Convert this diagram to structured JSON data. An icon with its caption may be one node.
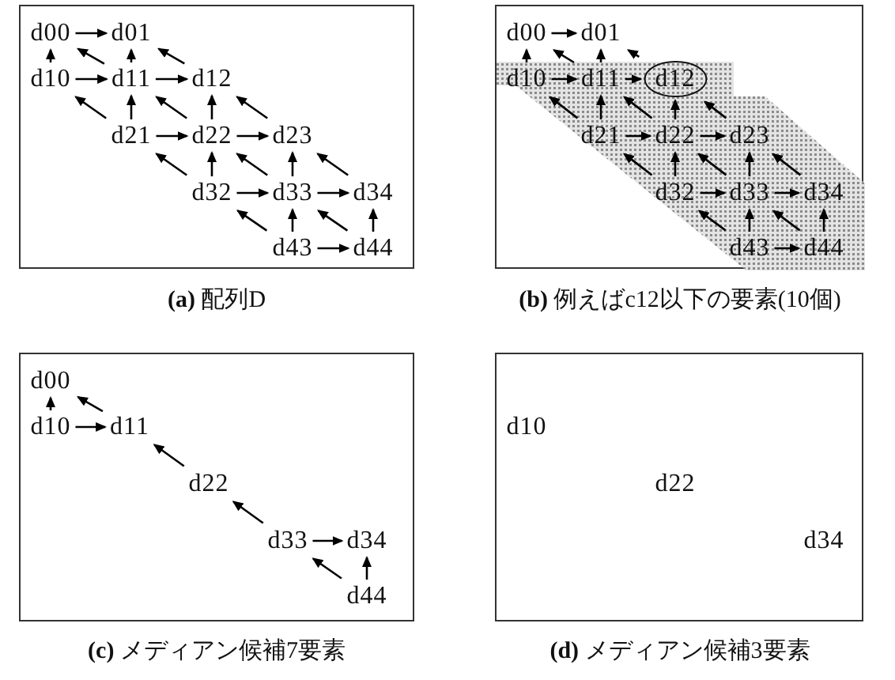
{
  "diagram": {
    "nodes": [
      {
        "text": [],
        "shape": "box"
      },
      {
        "text": [
          "d00"
        ],
        "in": 0
      },
      {
        "text": [
          "d01"
        ],
        "in": 0
      },
      {
        "text": [
          "d10"
        ],
        "in": 0
      },
      {
        "text": [
          "d11"
        ],
        "in": 0
      },
      {
        "text": [
          "d12"
        ],
        "in": 0
      },
      {
        "text": [
          "d21"
        ],
        "in": 0
      },
      {
        "text": [
          "d22"
        ],
        "in": 0
      },
      {
        "text": [
          "d23"
        ],
        "in": 0
      },
      {
        "text": [
          "d32"
        ],
        "in": 0
      },
      {
        "text": [
          "d33"
        ],
        "in": 0
      },
      {
        "text": [
          "d34"
        ],
        "in": 0
      },
      {
        "text": [
          "d43"
        ],
        "in": 0
      },
      {
        "text": [
          "d44"
        ],
        "in": 0
      },
      {
        "text": [],
        "shape": "box"
      },
      {
        "text": [
          "d00"
        ],
        "in": 14
      },
      {
        "text": [
          "d01"
        ],
        "in": 14
      },
      {
        "text": [
          "d10"
        ],
        "in": 14
      },
      {
        "text": [
          "d11"
        ],
        "in": 14
      },
      {
        "text": [
          "d12"
        ],
        "in": 14
      },
      {
        "text": [
          "d21"
        ],
        "in": 14
      },
      {
        "text": [
          "d22"
        ],
        "in": 14
      },
      {
        "text": [
          "d23"
        ],
        "in": 14
      },
      {
        "text": [
          "d32"
        ],
        "in": 14
      },
      {
        "text": [
          "d33"
        ],
        "in": 14
      },
      {
        "text": [
          "d34"
        ],
        "in": 14
      },
      {
        "text": [
          "d43"
        ],
        "in": 14
      },
      {
        "text": [
          "d44"
        ],
        "in": 14
      },
      {
        "text": [],
        "shape": "box"
      },
      {
        "text": [
          "d00"
        ],
        "in": 28
      },
      {
        "text": [
          "d10"
        ],
        "in": 28
      },
      {
        "text": [
          "d11"
        ],
        "in": 28
      },
      {
        "text": [
          "d22"
        ],
        "in": 28
      },
      {
        "text": [
          "d33"
        ],
        "in": 28
      },
      {
        "text": [
          "d34"
        ],
        "in": 28
      },
      {
        "text": [
          "d44"
        ],
        "in": 28
      },
      {
        "text": [],
        "shape": "box"
      },
      {
        "text": [
          "d10"
        ],
        "in": 36
      },
      {
        "text": [
          "d22"
        ],
        "in": 36
      },
      {
        "text": [
          "d34"
        ],
        "in": 36
      }
    ],
    "edges": [
      {
        "from": 1,
        "to": 2,
        "arrow": "to"
      },
      {
        "from": 3,
        "to": 1,
        "arrow": "to"
      },
      {
        "from": 4,
        "to": 1,
        "arrow": "to"
      },
      {
        "from": 4,
        "to": 2,
        "arrow": "to"
      },
      {
        "from": 5,
        "to": 2,
        "arrow": "to"
      },
      {
        "from": 3,
        "to": 4,
        "arrow": "to"
      },
      {
        "from": 4,
        "to": 5,
        "arrow": "to"
      },
      {
        "from": 6,
        "to": 3,
        "arrow": "to"
      },
      {
        "from": 6,
        "to": 4,
        "arrow": "to"
      },
      {
        "from": 7,
        "to": 4,
        "arrow": "to"
      },
      {
        "from": 7,
        "to": 5,
        "arrow": "to"
      },
      {
        "from": 8,
        "to": 5,
        "arrow": "to"
      },
      {
        "from": 6,
        "to": 7,
        "arrow": "to"
      },
      {
        "from": 7,
        "to": 8,
        "arrow": "to"
      },
      {
        "from": 9,
        "to": 6,
        "arrow": "to"
      },
      {
        "from": 9,
        "to": 7,
        "arrow": "to"
      },
      {
        "from": 10,
        "to": 7,
        "arrow": "to"
      },
      {
        "from": 10,
        "to": 8,
        "arrow": "to"
      },
      {
        "from": 11,
        "to": 8,
        "arrow": "to"
      },
      {
        "from": 9,
        "to": 10,
        "arrow": "to"
      },
      {
        "from": 10,
        "to": 11,
        "arrow": "to"
      },
      {
        "from": 12,
        "to": 9,
        "arrow": "to"
      },
      {
        "from": 12,
        "to": 10,
        "arrow": "to"
      },
      {
        "from": 13,
        "to": 10,
        "arrow": "to"
      },
      {
        "from": 13,
        "to": 11,
        "arrow": "to"
      },
      {
        "from": 12,
        "to": 13,
        "arrow": "to"
      },
      {
        "from": 15,
        "to": 16,
        "arrow": "to"
      },
      {
        "from": 17,
        "to": 15,
        "arrow": "to"
      },
      {
        "from": 18,
        "to": 15,
        "arrow": "to"
      },
      {
        "from": 18,
        "to": 16,
        "arrow": "to"
      },
      {
        "from": 19,
        "to": 16,
        "arrow": "to"
      },
      {
        "from": 17,
        "to": 18,
        "arrow": "to"
      },
      {
        "from": 18,
        "to": 19,
        "arrow": "to"
      },
      {
        "from": 20,
        "to": 17,
        "arrow": "to"
      },
      {
        "from": 20,
        "to": 18,
        "arrow": "to"
      },
      {
        "from": 21,
        "to": 18,
        "arrow": "to"
      },
      {
        "from": 21,
        "to": 19,
        "arrow": "to"
      },
      {
        "from": 22,
        "to": 19,
        "arrow": "to"
      },
      {
        "from": 20,
        "to": 21,
        "arrow": "to"
      },
      {
        "from": 21,
        "to": 22,
        "arrow": "to"
      },
      {
        "from": 23,
        "to": 20,
        "arrow": "to"
      },
      {
        "from": 23,
        "to": 21,
        "arrow": "to"
      },
      {
        "from": 24,
        "to": 21,
        "arrow": "to"
      },
      {
        "from": 24,
        "to": 22,
        "arrow": "to"
      },
      {
        "from": 25,
        "to": 22,
        "arrow": "to"
      },
      {
        "from": 23,
        "to": 24,
        "arrow": "to"
      },
      {
        "from": 24,
        "to": 25,
        "arrow": "to"
      },
      {
        "from": 26,
        "to": 23,
        "arrow": "to"
      },
      {
        "from": 26,
        "to": 24,
        "arrow": "to"
      },
      {
        "from": 27,
        "to": 24,
        "arrow": "to"
      },
      {
        "from": 27,
        "to": 25,
        "arrow": "to"
      },
      {
        "from": 26,
        "to": 27,
        "arrow": "to"
      },
      {
        "from": 30,
        "to": 29,
        "arrow": "to"
      },
      {
        "from": 31,
        "to": 29,
        "arrow": "to"
      },
      {
        "from": 30,
        "to": 31,
        "arrow": "to"
      },
      {
        "from": 32,
        "to": 31,
        "arrow": "to"
      },
      {
        "from": 33,
        "to": 32,
        "arrow": "to"
      },
      {
        "from": 33,
        "to": 34,
        "arrow": "to"
      },
      {
        "from": 35,
        "to": 33,
        "arrow": "to"
      },
      {
        "from": 35,
        "to": 34,
        "arrow": "to"
      }
    ],
    "labels": [
      "**(a)** 配列D",
      "**(b)** 例えばc12以下の要素(10個)",
      "**(c)** メディアン候補7要素",
      "**(d)** メディアン候補3要素"
    ]
  }
}
